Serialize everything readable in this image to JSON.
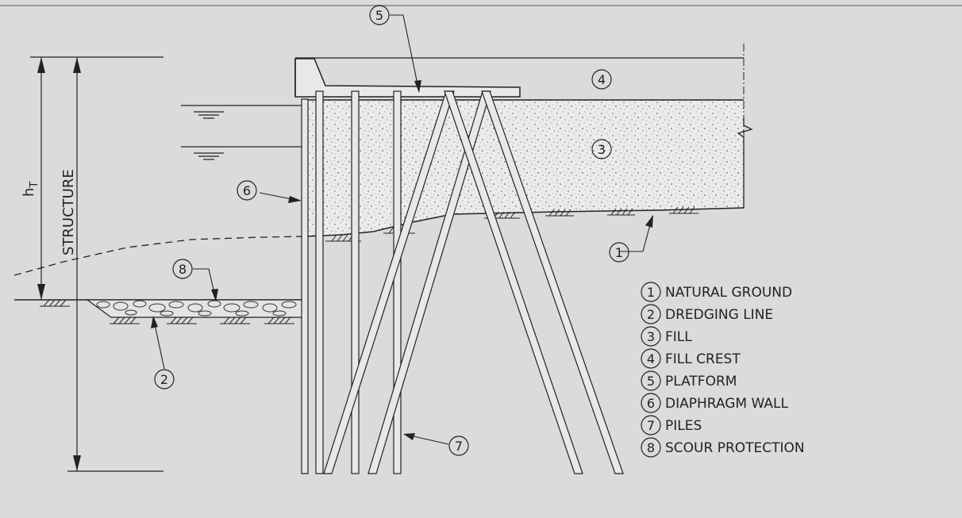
{
  "diagram": {
    "vertical_labels": {
      "height_symbol": "h",
      "height_subscript": "T",
      "structure": "STRUCTURE"
    },
    "callouts": [
      {
        "num": "1",
        "target": "natural-ground"
      },
      {
        "num": "2",
        "target": "dredging-line"
      },
      {
        "num": "3",
        "target": "fill"
      },
      {
        "num": "4",
        "target": "fill-crest"
      },
      {
        "num": "5",
        "target": "platform"
      },
      {
        "num": "6",
        "target": "diaphragm-wall"
      },
      {
        "num": "7",
        "target": "piles"
      },
      {
        "num": "8",
        "target": "scour-protection"
      }
    ],
    "legend": [
      {
        "num": "1",
        "label": "NATURAL GROUND"
      },
      {
        "num": "2",
        "label": "DREDGING LINE"
      },
      {
        "num": "3",
        "label": "FILL"
      },
      {
        "num": "4",
        "label": "FILL CREST"
      },
      {
        "num": "5",
        "label": "PLATFORM"
      },
      {
        "num": "6",
        "label": "DIAPHRAGM WALL"
      },
      {
        "num": "7",
        "label": "PILES"
      },
      {
        "num": "8",
        "label": "SCOUR PROTECTION"
      }
    ],
    "colors": {
      "background": "#d9dcdb",
      "line": "#222222",
      "fill_speckle": "#555555"
    }
  }
}
